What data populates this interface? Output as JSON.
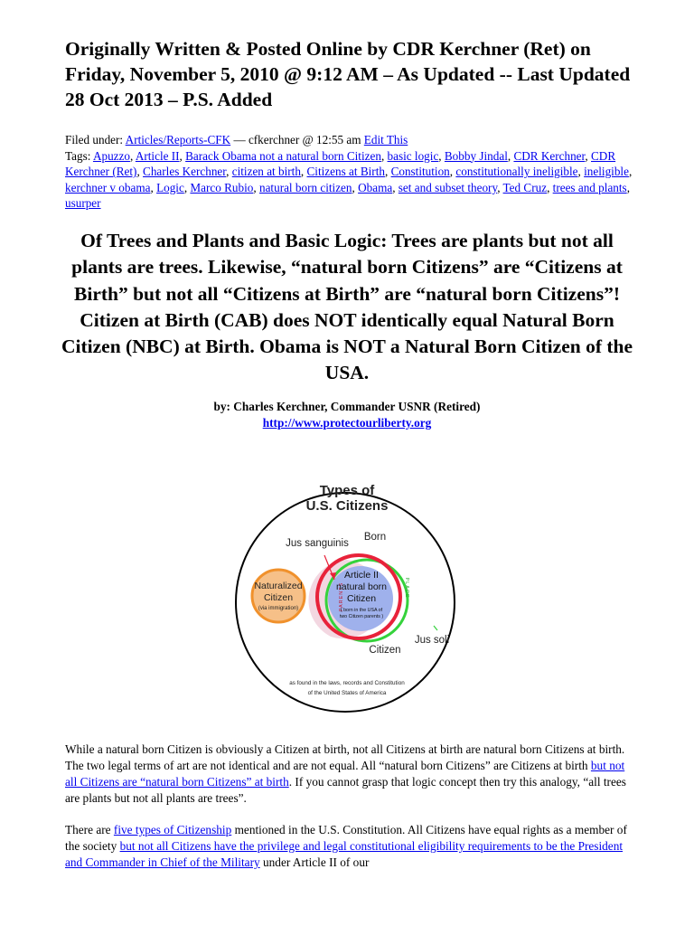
{
  "title": "Originally Written & Posted Online by CDR Kerchner (Ret) on Friday, November 5, 2010 @ 9:12 AM – As Updated -- Last Updated 28 Oct 2013 – P.S. Added",
  "meta": {
    "filed_label": "Filed under: ",
    "category": "Articles/Reports-CFK",
    "author_stamp": " — cfkerchner @ 12:55 am ",
    "edit_link": "Edit This",
    "tags_label": "Tags: ",
    "tags": [
      "Apuzzo",
      "Article II",
      "Barack Obama not a natural born Citizen",
      "basic logic",
      "Bobby Jindal",
      "CDR Kerchner",
      "CDR Kerchner (Ret)",
      "Charles Kerchner",
      "citizen at birth",
      "Citizens at Birth",
      "Constitution",
      "constitutionally ineligible",
      "ineligible",
      "kerchner v obama",
      "Logic",
      "Marco Rubio",
      "natural born citizen",
      "Obama",
      "set and subset theory",
      "Ted Cruz",
      "trees and plants",
      "usurper"
    ]
  },
  "headline": "Of Trees and Plants and Basic Logic: Trees are plants but not all plants are trees. Likewise, “natural born Citizens” are “Citizens at Birth” but not all “Citizens at Birth” are “natural born Citizens”! Citizen at Birth (CAB) does NOT identically equal Natural Born Citizen (NBC) at Birth. Obama is NOT a Natural Born Citizen of the USA.",
  "byline": {
    "author": "by: Charles Kerchner, Commander USNR (Retired)",
    "url": "http://www.protectourliberty.org"
  },
  "diagram": {
    "title_line1": "Types of",
    "title_line2": "U.S. Citizens",
    "jus_sanguinis": "Jus sanguinis",
    "born": "Born",
    "naturalized_line1": "Naturalized",
    "naturalized_line2": "Citizen",
    "naturalized_line3": "(via immigration)",
    "parents": "PARENTS",
    "place": "PLACE",
    "article_line1": "Article II",
    "article_line2": "natural born",
    "article_line3": "Citizen",
    "article_note1": "( born in the USA of",
    "article_note2": "two Citizen parents )",
    "citizen": "Citizen",
    "jus_soli": "Jus soli",
    "footer_line1": "as found in the laws, records and Constitution",
    "footer_line2": "of the United States of America",
    "colors": {
      "outer": "#000000",
      "naturalized_fill": "#f6c088",
      "naturalized_ring": "#f0912c",
      "red_ring": "#e8223a",
      "green_ring": "#35d23c",
      "article_fill": "#9fb1ec",
      "region_fill": "#f3d7e1"
    }
  },
  "para1": {
    "text_a": "While a natural born Citizen is obviously a Citizen at birth, not all Citizens at birth are natural born Citizens at birth. The two legal terms of art are not identical and are not equal. All “natural born Citizens” are Citizens at birth ",
    "link": "but not all Citizens are “natural born Citizens” at birth",
    "text_b": ". If you cannot grasp that logic concept then try this analogy, “all trees are plants but not all plants are trees”."
  },
  "para2": {
    "text_a": "There are ",
    "link1": "five types of Citizenship",
    "text_b": " mentioned in the U.S. Constitution. All Citizens have equal rights as a member of the society ",
    "link2": "but not all Citizens have the privilege and legal constitutional eligibility requirements to be the President and Commander in Chief of the Military",
    "text_c": " under Article II of our"
  }
}
